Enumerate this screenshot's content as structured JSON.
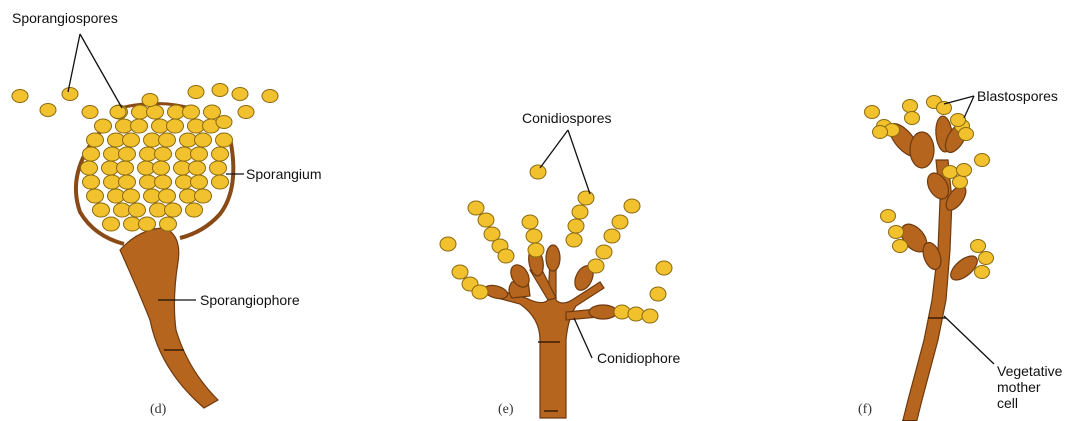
{
  "colors": {
    "stalk": "#b5651d",
    "stalk_edge": "#6e3a10",
    "spore": "#f2c12e",
    "spore_edge": "#8a6a10",
    "text": "#111111"
  },
  "panels": [
    {
      "caption": "(d)",
      "labels": {
        "spores": "Sporangiospores",
        "sac": "Sporangium",
        "stalk": "Sporangiophore"
      }
    },
    {
      "caption": "(e)",
      "labels": {
        "spores": "Conidiospores",
        "stalk": "Conidiophore"
      }
    },
    {
      "caption": "(f)",
      "labels": {
        "spores": "Blastospores",
        "cell_line1": "Vegetative",
        "cell_line2": "mother",
        "cell_line3": "cell"
      }
    }
  ]
}
